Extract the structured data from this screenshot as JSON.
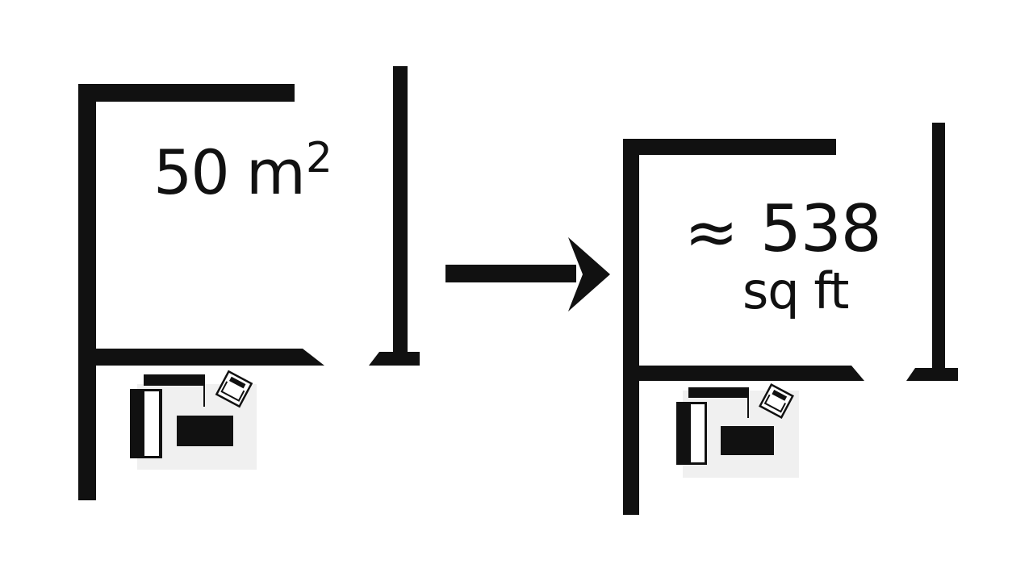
{
  "metric_plan": {
    "area_value": "50 m",
    "area_exponent": "2"
  },
  "imperial_plan": {
    "approx_symbol": "≈",
    "area_value": "538",
    "area_unit": "sq ft"
  },
  "colors": {
    "wall": "#111111",
    "background": "#ffffff",
    "furniture_shadow": "#f0f0f0"
  }
}
